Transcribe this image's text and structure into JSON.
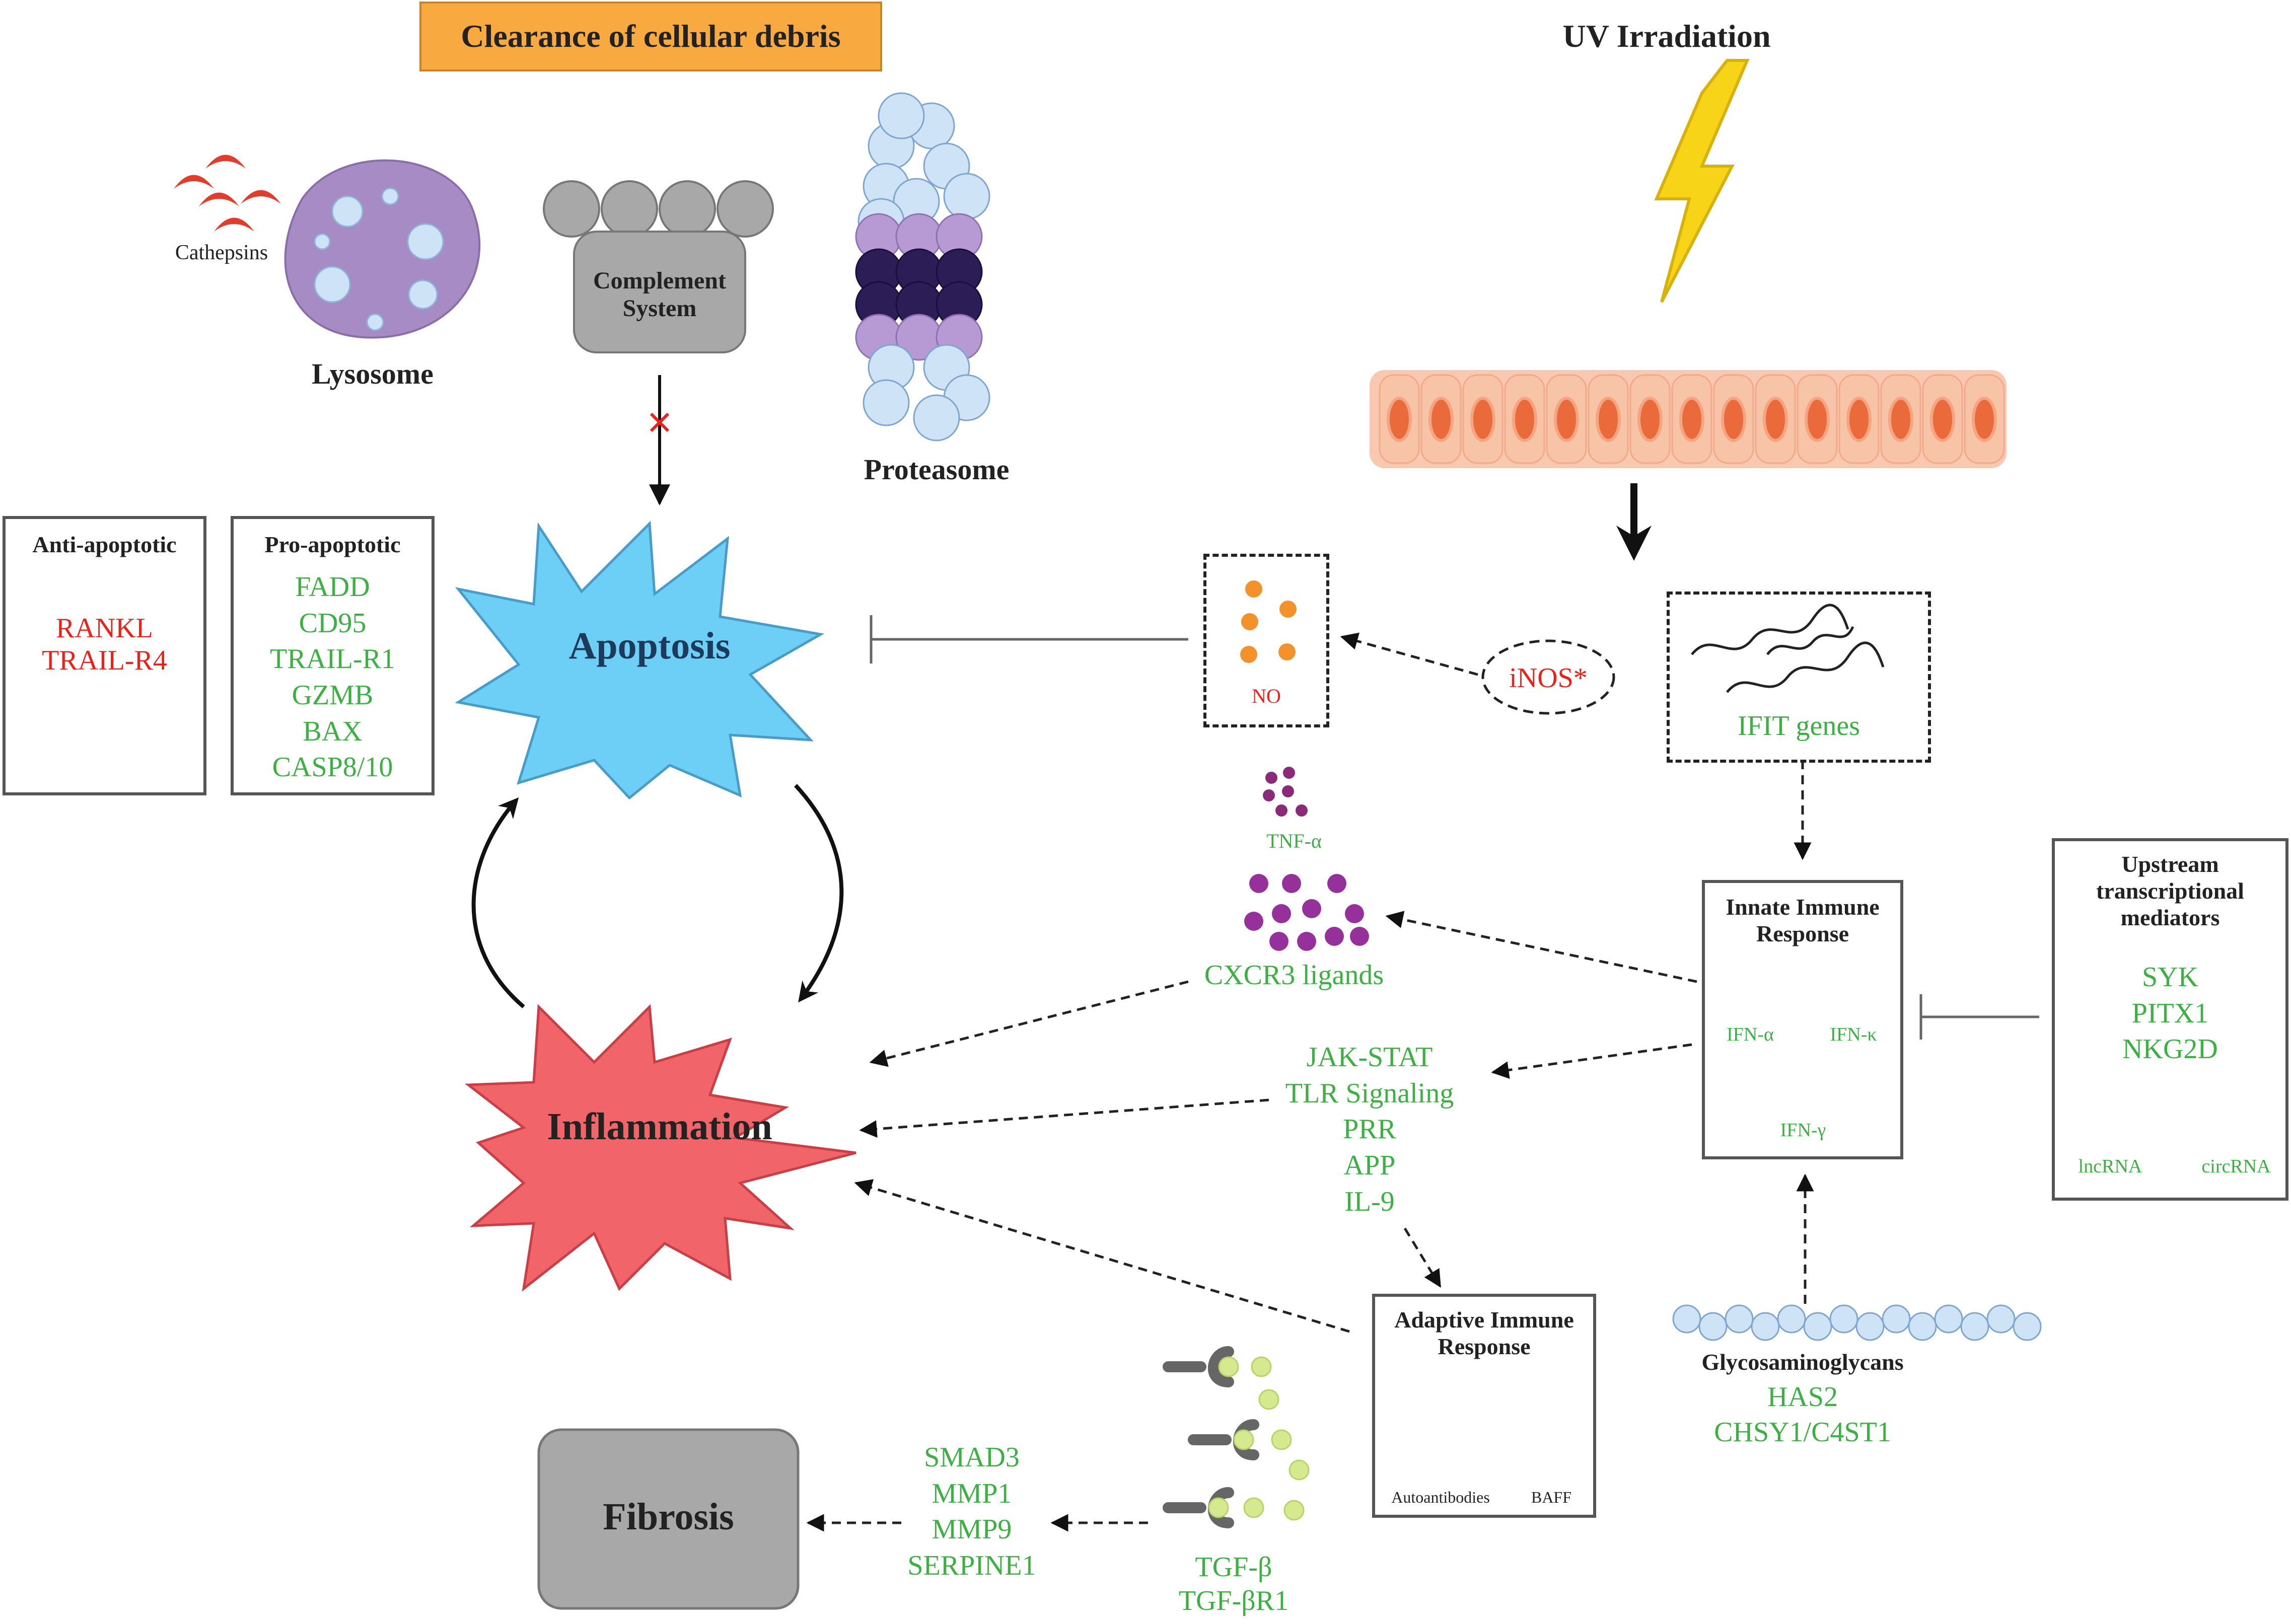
{
  "clearance": {
    "title": "Clearance of cellular debris"
  },
  "uv": {
    "title": "UV Irradiation"
  },
  "lysosome": {
    "label": "Lysosome",
    "cathepsins": "Cathepsins"
  },
  "complement": {
    "line1": "Complement",
    "line2": "System"
  },
  "proteasome": {
    "label": "Proteasome"
  },
  "anti_apoptotic": {
    "title": "Anti-apoptotic",
    "items": [
      "RANKL",
      "TRAIL-R4"
    ]
  },
  "pro_apoptotic": {
    "title": "Pro-apoptotic",
    "items": [
      "FADD",
      "CD95",
      "TRAIL-R1",
      "GZMB",
      "BAX",
      "CASP8/10"
    ]
  },
  "apoptosis": {
    "label": "Apoptosis"
  },
  "inflammation": {
    "label": "Inflammation"
  },
  "fibrosis": {
    "label": "Fibrosis"
  },
  "no": {
    "label": "NO"
  },
  "inos": {
    "label": "iNOS*"
  },
  "ifit": {
    "label": "IFIT genes"
  },
  "tnf": {
    "label": "TNF-α"
  },
  "cxcr3": {
    "label": "CXCR3 ligands"
  },
  "innate": {
    "title1": "Innate Immune",
    "title2": "Response",
    "ifn_a": "IFN-α",
    "ifn_k": "IFN-κ",
    "ifn_g": "IFN-γ"
  },
  "upstream": {
    "title1": "Upstream",
    "title2": "transcriptional",
    "title3": "mediators",
    "items": [
      "SYK",
      "PITX1",
      "NKG2D"
    ],
    "lncrna": "lncRNA",
    "circrna": "circRNA"
  },
  "pathways": {
    "items": [
      "JAK-STAT",
      "TLR Signaling",
      "PRR",
      "APP",
      "IL-9"
    ]
  },
  "adaptive": {
    "title1": "Adaptive Immune",
    "title2": "Response",
    "autoantibodies": "Autoantibodies",
    "baff": "BAFF"
  },
  "gags": {
    "title": "Glycosaminoglycans",
    "items": [
      "HAS2",
      "CHSY1/C4ST1"
    ]
  },
  "fibrosis_genes": {
    "items": [
      "SMAD3",
      "MMP1",
      "MMP9",
      "SERPINE1"
    ]
  },
  "tgf": {
    "items": [
      "TGF-β",
      "TGF-βR1"
    ]
  },
  "colors": {
    "green_text": "#3cb043",
    "red_text": "#e8231b",
    "apoptosis_fill": "#6ecff6",
    "inflammation_fill": "#f0646a",
    "lysosome_fill": "#a78bc4",
    "uv_bolt": "#f7d417",
    "clearance_fill": "#f8a940"
  }
}
